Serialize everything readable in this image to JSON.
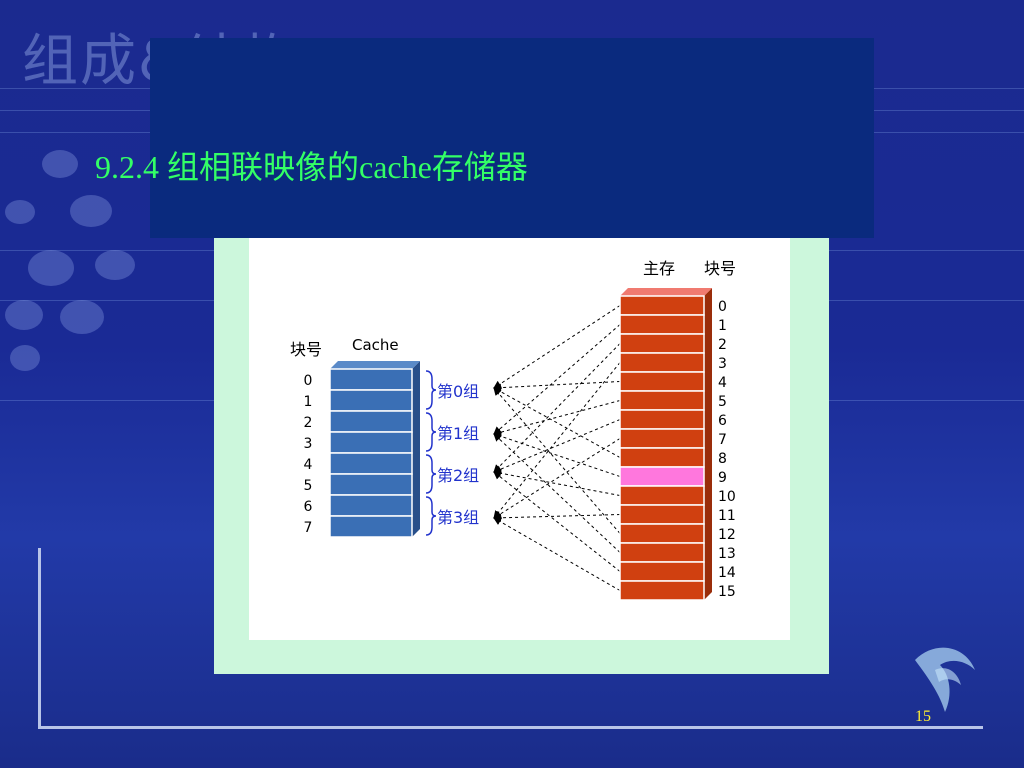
{
  "slide": {
    "watermark": "组成&结构",
    "title": "9.2.4  组相联映像的cache存储器",
    "page_number": "15"
  },
  "diagram": {
    "cache_block_label": "块号",
    "cache_label": "Cache",
    "cache_block_numbers": [
      "0",
      "1",
      "2",
      "3",
      "4",
      "5",
      "6",
      "7"
    ],
    "group_labels": [
      "第0组",
      "第1组",
      "第2组",
      "第3组"
    ],
    "memory_label": "主存",
    "memory_block_label": "块号",
    "memory_block_numbers": [
      "0",
      "1",
      "2",
      "3",
      "4",
      "5",
      "6",
      "7",
      "8",
      "9",
      "10",
      "11",
      "12",
      "13",
      "14",
      "15"
    ],
    "highlighted_block": 9
  },
  "colors": {
    "title": "#33ff66",
    "cache_fill": "#3a6fb5",
    "memory_fill": "#d04010",
    "highlight": "#ff77dd",
    "label_blue": "#2233cc"
  }
}
